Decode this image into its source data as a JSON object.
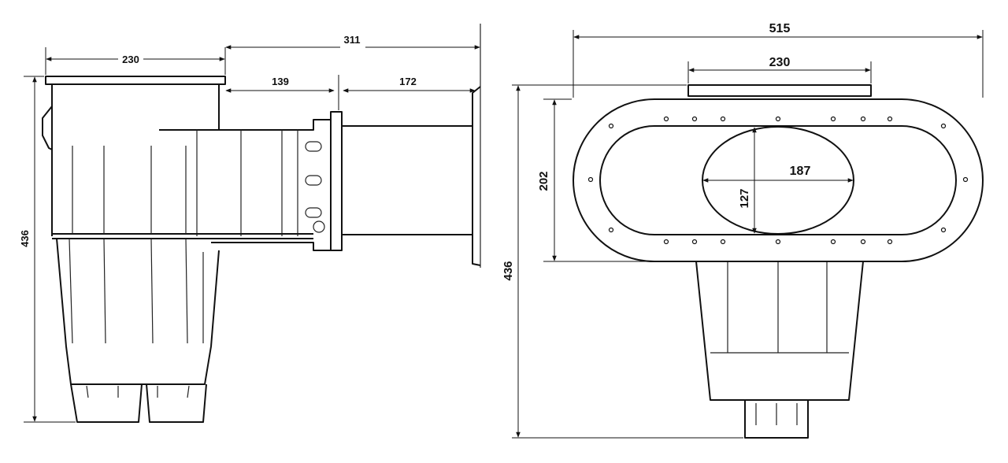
{
  "side_view": {
    "dimensions": {
      "top_width": "230",
      "total_depth": "311",
      "throat_offset": "139",
      "throat_length": "172",
      "height": "436"
    }
  },
  "front_view": {
    "dimensions": {
      "overall_width": "515",
      "top_width": "230",
      "opening_height": "202",
      "mouth_width": "187",
      "mouth_height": "127",
      "height": "436"
    }
  }
}
